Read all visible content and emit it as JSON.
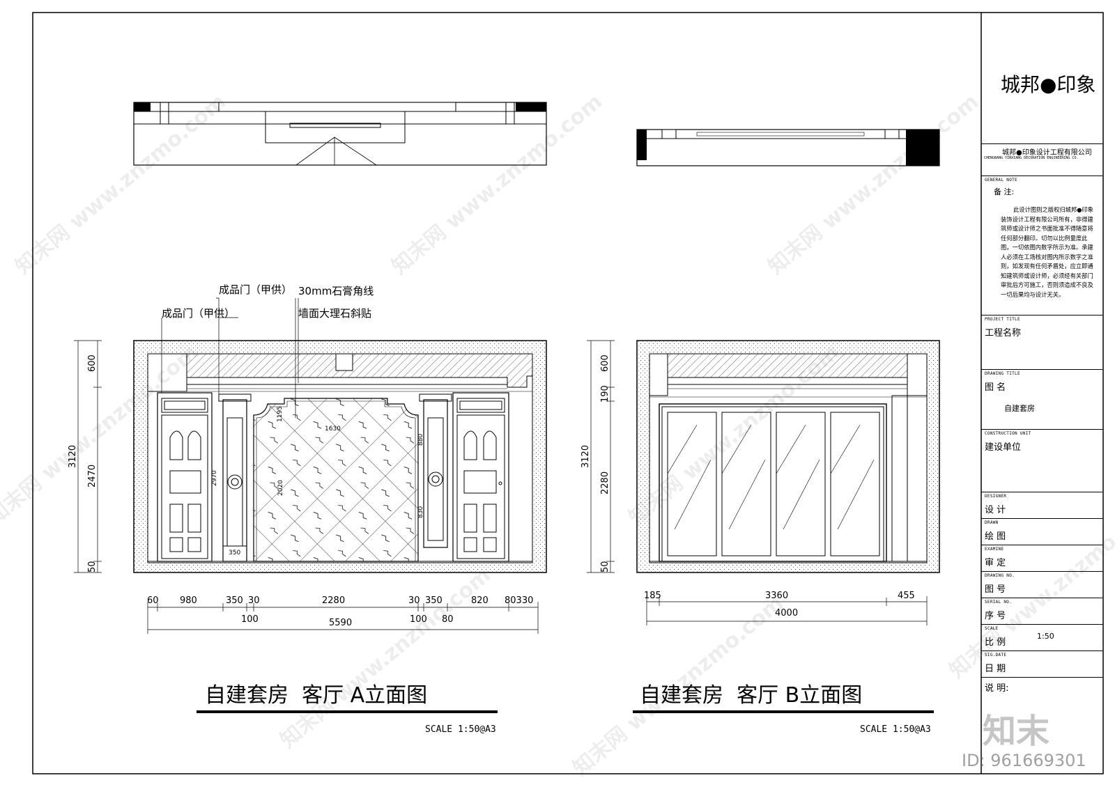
{
  "company": {
    "logo": "城邦●印象",
    "name": "城邦●印象设计工程有限公司",
    "name_en": "CHENGBANG YINXIANG DECORATION ENGINEERING CO."
  },
  "notes": {
    "label_en": "GENERAL NOTE",
    "label": "备 注:",
    "text": "此设计图则之版权归城邦●印象装饰设计工程有限公司所有，非得建筑师或设计师之书面批准不得随意将任何部分翻印。切勿以比例量度此图，一切依图内数字所示为准。承建人必须在工场核对图内所示数字之准则，如发现有任何矛盾处，应立即通知建筑师或设计师，必须经有关部门审批后方可施工，否则须造成不良及一切后果均与设计无关。"
  },
  "fields": [
    {
      "en": "PROJECT TITLE",
      "zh": "工程名称",
      "value": ""
    },
    {
      "en": "DRAWING TITLE",
      "zh": "图 名",
      "value": "自建套房"
    },
    {
      "en": "CONSTRUCTION UNIT",
      "zh": "建设单位",
      "value": ""
    },
    {
      "en": "DESIGNER",
      "zh": "设 计",
      "value": ""
    },
    {
      "en": "DRAWN",
      "zh": "绘 图",
      "value": ""
    },
    {
      "en": "EXAMINE",
      "zh": "审 定",
      "value": ""
    },
    {
      "en": "DRAWING NO.",
      "zh": "图 号",
      "value": ""
    },
    {
      "en": "SERIAL NO.",
      "zh": "序 号",
      "value": ""
    },
    {
      "en": "SCALE",
      "zh": "比 例",
      "value": "1:50"
    },
    {
      "en": "SIG.DATE",
      "zh": "日 期",
      "value": ""
    },
    {
      "en": "",
      "zh": "说 明:",
      "value": ""
    }
  ],
  "elevation_a": {
    "title": "自建套房  客厅 A立面图",
    "scale": "SCALE 1:50@A3",
    "callouts": [
      "成品门（甲供）",
      "成品门（甲供）",
      "30mm石膏角线",
      "墙面大理石斜贴"
    ],
    "dims_vertical": [
      "3120",
      "600",
      "2470",
      "50"
    ],
    "dims_inner": [
      "2020",
      "1630",
      "350",
      "880",
      "830",
      "2970",
      "1195"
    ],
    "dims_row1": [
      "60",
      "980",
      "350",
      "30",
      "2280",
      "30",
      "350",
      "820",
      "80330"
    ],
    "dims_row2": [
      "100",
      "100",
      "80"
    ],
    "total": "5590"
  },
  "elevation_b": {
    "title": "自建套房  客厅 B立面图",
    "scale": "SCALE 1:50@A3",
    "dims_vertical": [
      "3120",
      "600",
      "190",
      "2280",
      "50"
    ],
    "dims_row1": [
      "185",
      "3360",
      "455"
    ],
    "total": "4000"
  },
  "watermark": "知末网 www.znzmo.com",
  "brand_mark": "知末",
  "drawing_id": "ID: 961669301"
}
